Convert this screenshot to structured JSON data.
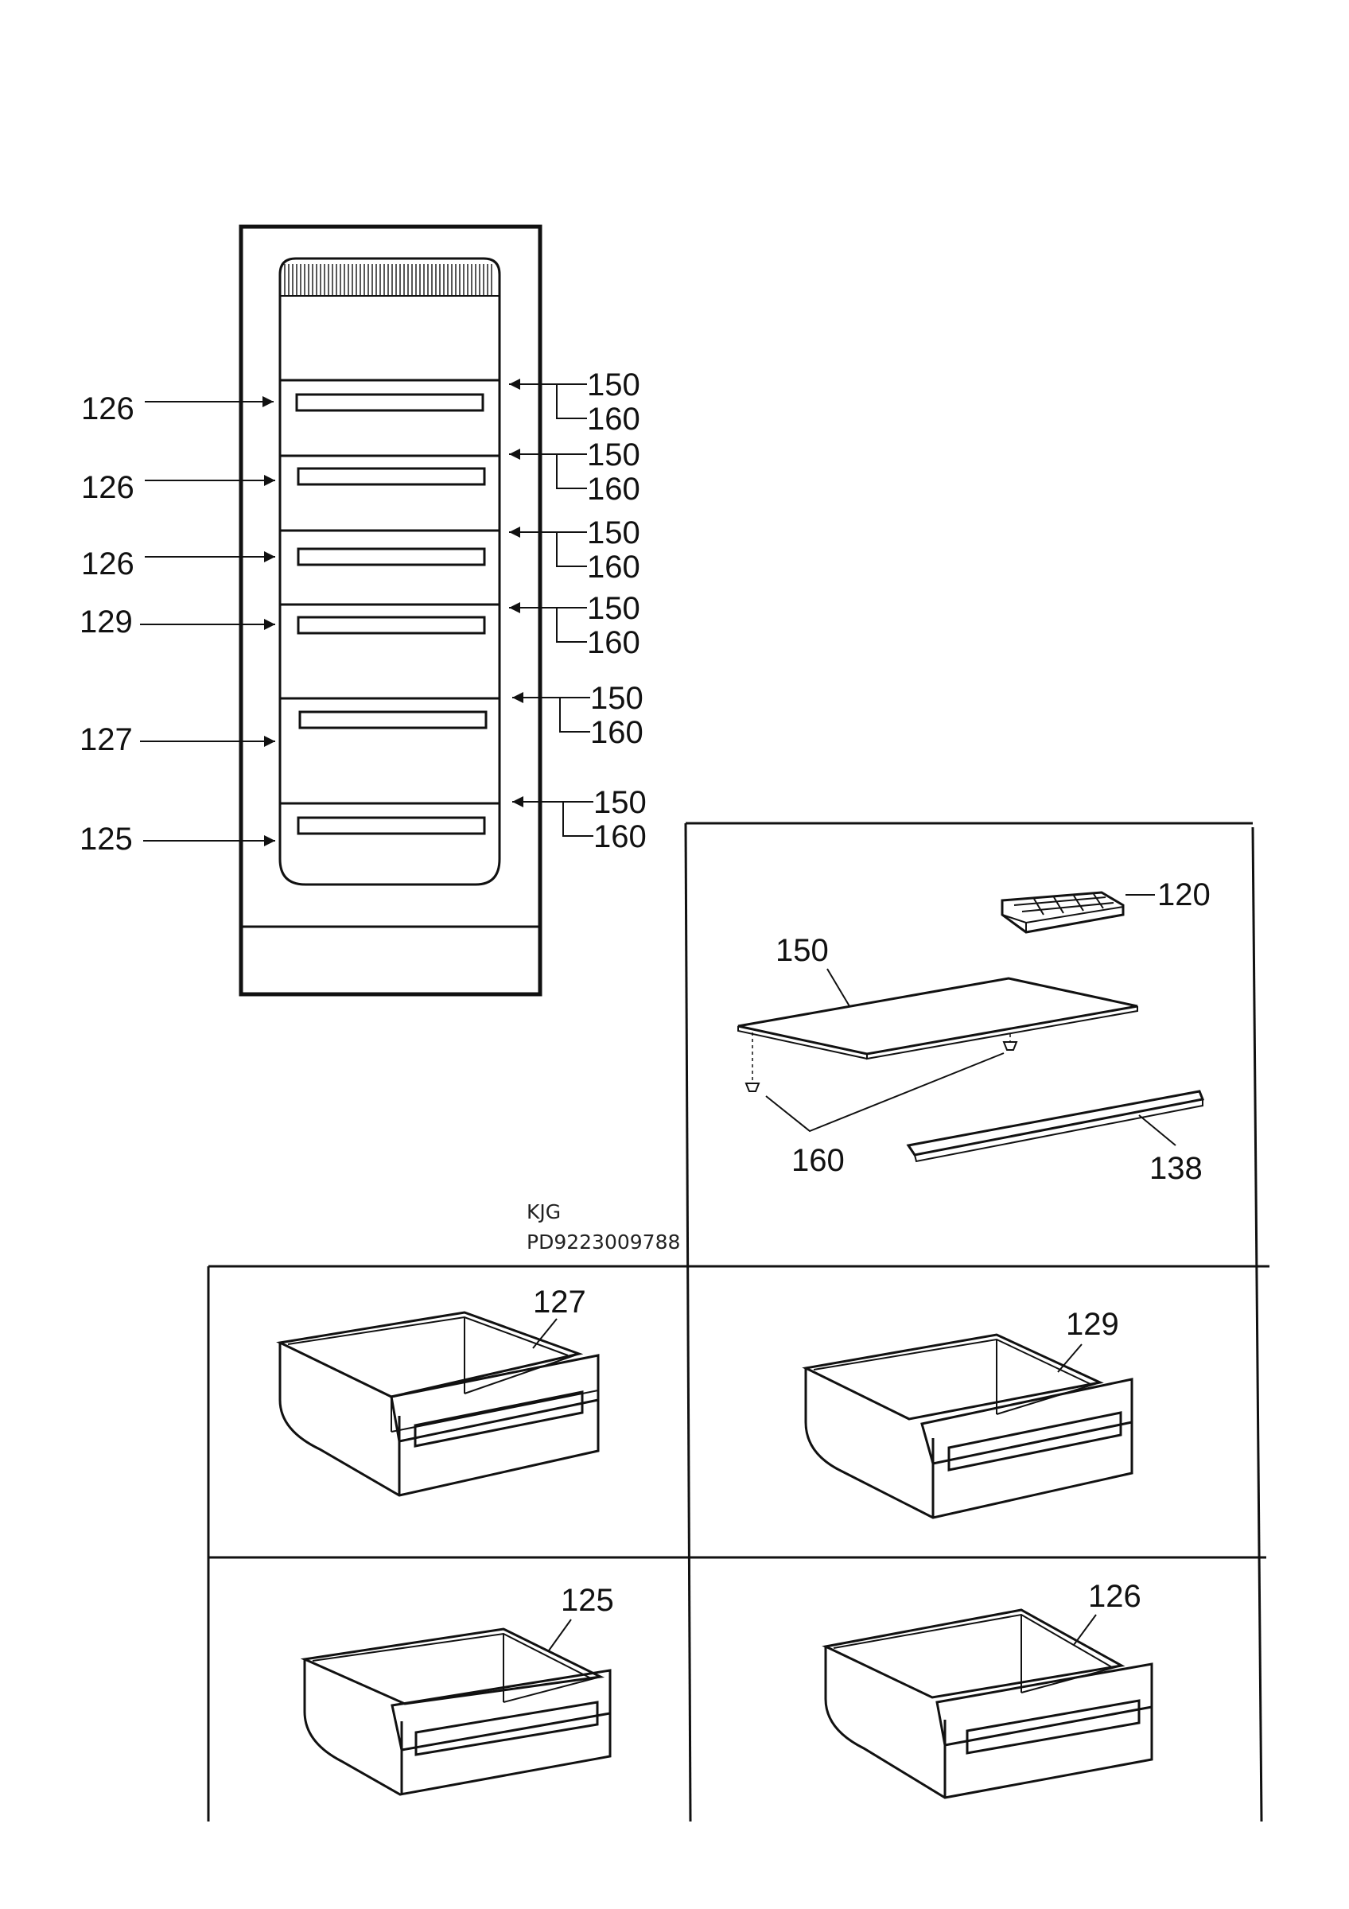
{
  "cabinet_callouts": {
    "left": [
      "126",
      "126",
      "126",
      "129",
      "127",
      "125"
    ],
    "right": [
      {
        "top": "150",
        "bottom": "160"
      },
      {
        "top": "150",
        "bottom": "160"
      },
      {
        "top": "150",
        "bottom": "160"
      },
      {
        "top": "150",
        "bottom": "160"
      },
      {
        "top": "150",
        "bottom": "160"
      },
      {
        "top": "150",
        "bottom": "160"
      }
    ]
  },
  "shelf_panel": {
    "ice_tray": "120",
    "shelf": "150",
    "support": "160",
    "rail": "138"
  },
  "doc_code": {
    "line1": "KJG",
    "line2": "PD9223009788"
  },
  "drawers": {
    "top_left": "127",
    "top_right": "129",
    "bottom_left": "125",
    "bottom_right": "126"
  }
}
